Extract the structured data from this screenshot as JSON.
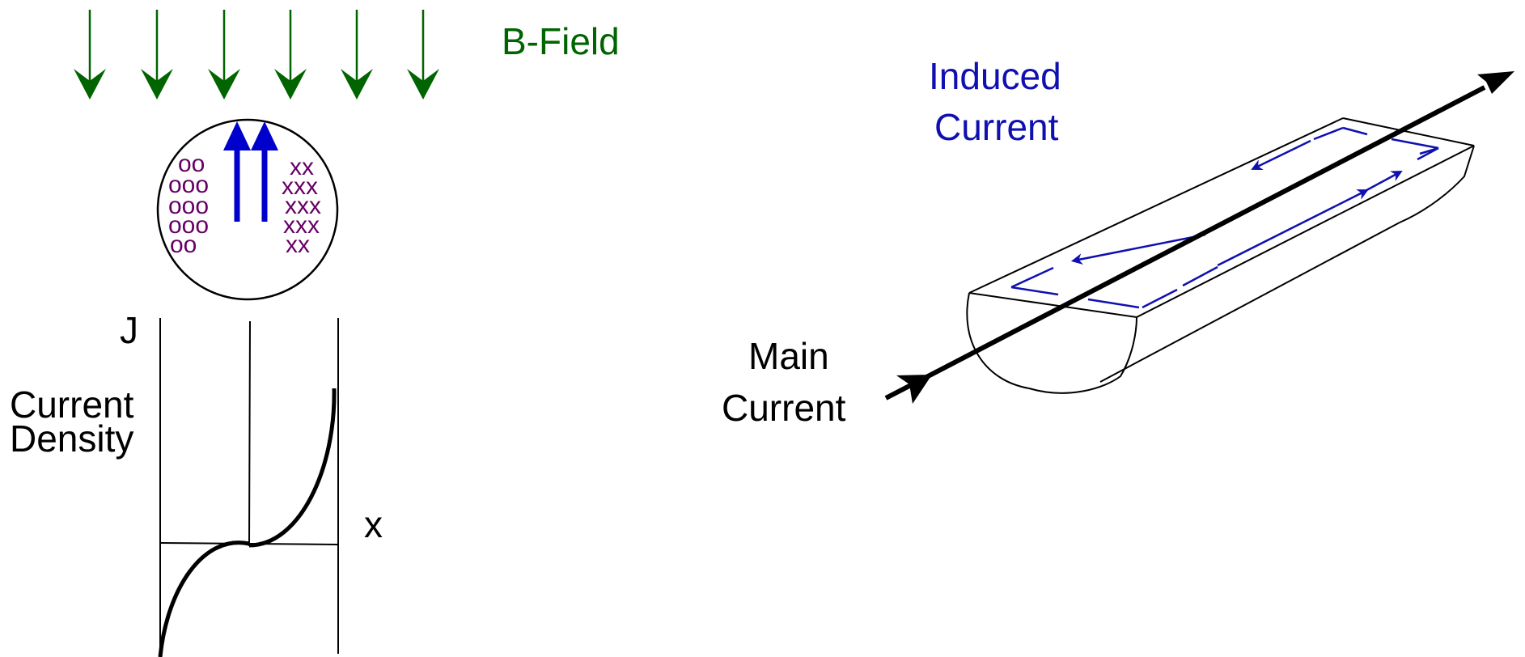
{
  "labels": {
    "b_field": "B-Field",
    "induced_line1": "Induced",
    "induced_line2": "Current",
    "main_line1": "Main",
    "main_line2": "Current",
    "j_axis": "J",
    "density_line1": "Current",
    "density_line2": "Density",
    "x_axis": "x"
  },
  "symbols": {
    "out_rows": [
      "oo",
      "ooo",
      "ooo",
      "ooo",
      "oo"
    ],
    "in_rows": [
      "xx",
      "xxx",
      "xxx",
      "xxx",
      "xx"
    ]
  },
  "colors": {
    "b_field": "#006400",
    "induced": "#1010b0",
    "symbols": "#660066",
    "current_arrow": "#0000cc",
    "ink": "#000000"
  }
}
